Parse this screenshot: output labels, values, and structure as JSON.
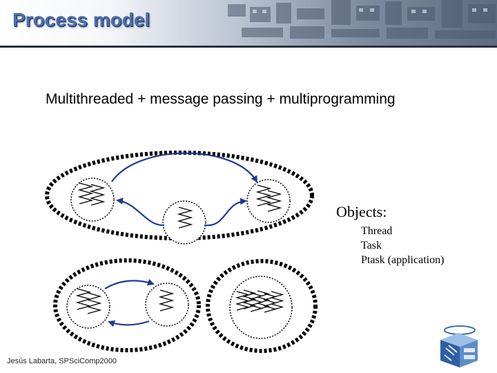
{
  "slide": {
    "title": "Process model",
    "subtitle": "Multithreaded + message passing + multiprogramming"
  },
  "legend": {
    "title": "Objects:",
    "items": [
      "Thread",
      "Task",
      "Ptask  (application)"
    ]
  },
  "footer": {
    "author": "Jesús Labarta, SPSciComp2000"
  },
  "colors": {
    "title": "#4a6fb0",
    "arrow": "#1f3a93",
    "ellipse_stroke": "#000000"
  },
  "icons": {
    "thread": "zigzag-thread-icon",
    "logo": "cepba-tools-cube-logo"
  }
}
